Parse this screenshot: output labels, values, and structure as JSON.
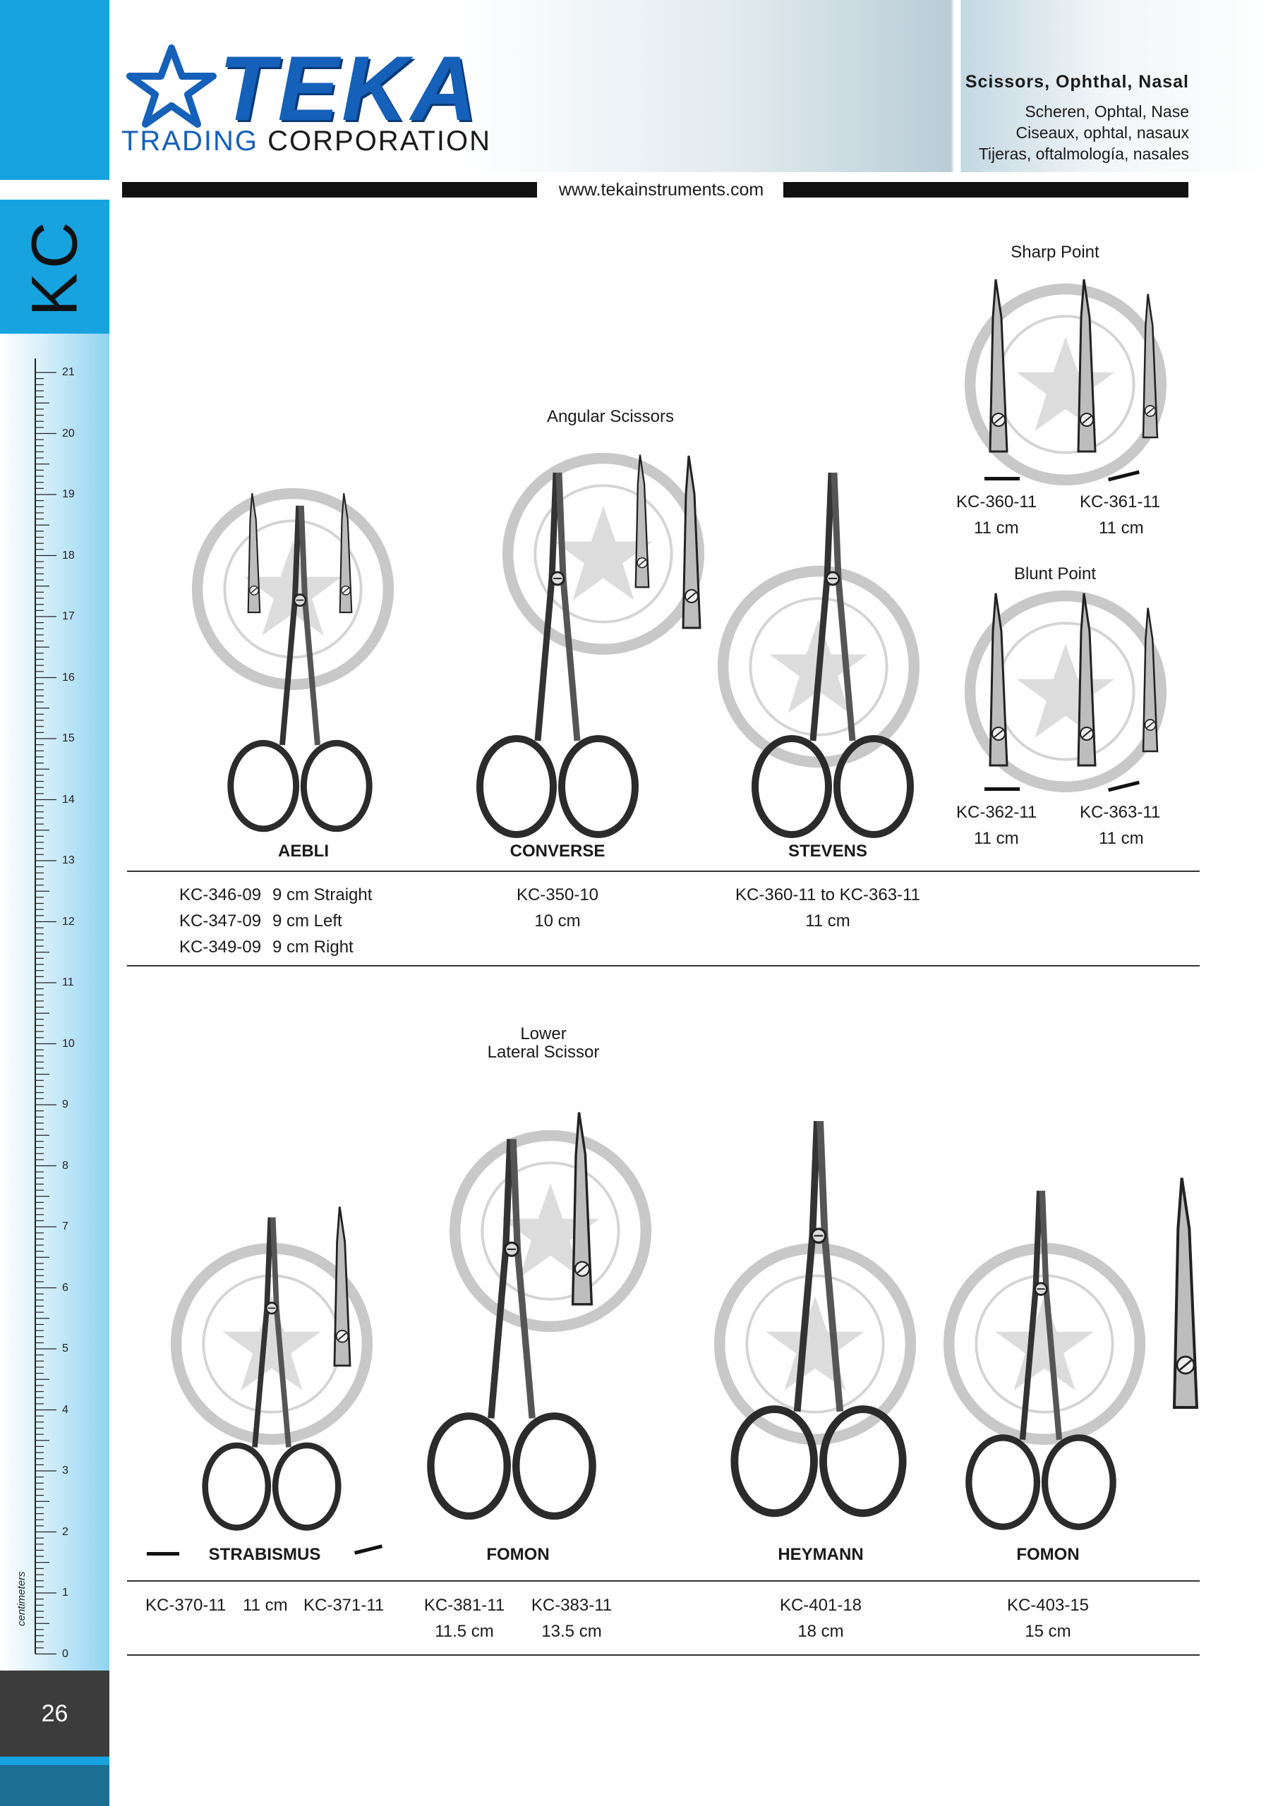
{
  "brand": {
    "name": "TEKA",
    "sub_a": "TRADING",
    "sub_b": "CORPORATION",
    "website": "www.tekainstruments.com"
  },
  "header": {
    "title": "Scissors, Ophthal, Nasal",
    "title_de": "Scheren, Ophtal, Nase",
    "title_fr": "Ciseaux, ophtal, nasaux",
    "title_es": "Tijeras, oftalmología, nasales"
  },
  "sidebar": {
    "section": "KC",
    "page_number": "26",
    "ruler_unit": "centimeters",
    "ruler_labels": [
      "21",
      "20",
      "19",
      "18",
      "17",
      "16",
      "15",
      "14",
      "13",
      "12",
      "11",
      "10",
      "9",
      "8",
      "7",
      "6",
      "5",
      "4",
      "3",
      "2",
      "1",
      "0"
    ]
  },
  "section_top": {
    "angular_caption": "Angular Scissors",
    "sharp_point_caption": "Sharp Point",
    "blunt_point_caption": "Blunt Point",
    "products": {
      "aebli": {
        "name": "AEBLI",
        "codes": [
          "KC-346-09",
          "KC-347-09",
          "KC-349-09"
        ],
        "descs": [
          "9 cm Straight",
          "9 cm Left",
          "9 cm Right"
        ]
      },
      "converse": {
        "name": "CONVERSE",
        "code": "KC-350-10",
        "size": "10 cm"
      },
      "stevens": {
        "name": "STEVENS",
        "code": "KC-360-11 to KC-363-11",
        "size": "11 cm"
      }
    },
    "sharp": [
      {
        "code": "KC-360-11",
        "size": "11 cm"
      },
      {
        "code": "KC-361-11",
        "size": "11 cm"
      }
    ],
    "blunt": [
      {
        "code": "KC-362-11",
        "size": "11 cm"
      },
      {
        "code": "KC-363-11",
        "size": "11 cm"
      }
    ]
  },
  "section_bottom": {
    "lower_caption_1": "Lower",
    "lower_caption_2": "Lateral Scissor",
    "strabismus": {
      "name": "STRABISMUS",
      "code_a": "KC-370-11",
      "size": "11 cm",
      "code_b": "KC-371-11"
    },
    "fomon_a": {
      "name": "FOMON",
      "code_a": "KC-381-11",
      "size_a": "11.5 cm",
      "code_b": "KC-383-11",
      "size_b": "13.5 cm"
    },
    "heymann": {
      "name": "HEYMANN",
      "code": "KC-401-18",
      "size": "18 cm"
    },
    "fomon_b": {
      "name": "FOMON",
      "code": "KC-403-15",
      "size": "15 cm"
    }
  }
}
